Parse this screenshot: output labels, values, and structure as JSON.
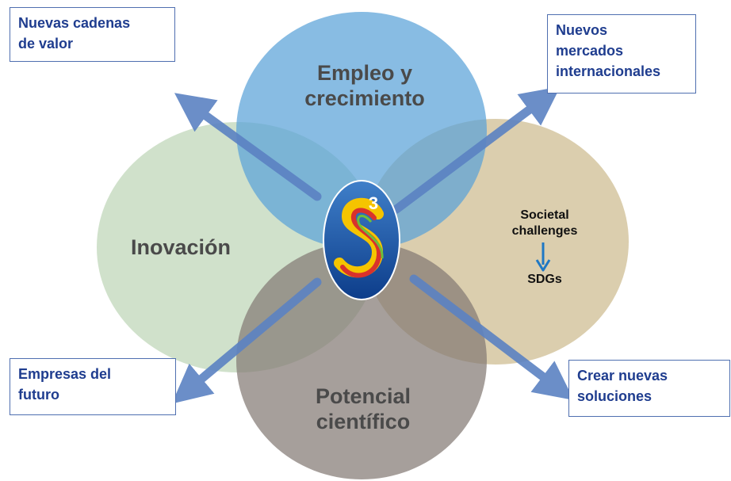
{
  "circles": {
    "top": {
      "label": "Empleo y\ncrecimiento",
      "color": "#5aa2d8"
    },
    "left": {
      "label": "Inovación",
      "color": "#c8dcc2"
    },
    "right": {
      "label": "",
      "color": "#d2c29a"
    },
    "bottom": {
      "label": "Potencial\ncientífico",
      "color": "#837a74"
    }
  },
  "societal": {
    "line1": "Societal\nchallenges",
    "line2": "SDGs",
    "arrow_color": "#1f78c4"
  },
  "boxes": {
    "top_left": "Nuevas cadenas\nde valor",
    "top_right": "Nuevos\nmercados\ninternacionales",
    "bottom_left": "Empresas del\nfuturo",
    "bottom_right": "Crear nuevas\nsoluciones"
  },
  "logo": {
    "number": "3",
    "letter": "S"
  },
  "colors": {
    "arrow": "#5b82c3",
    "box_text": "#1f3d8f",
    "box_border": "#4f6fb0"
  }
}
